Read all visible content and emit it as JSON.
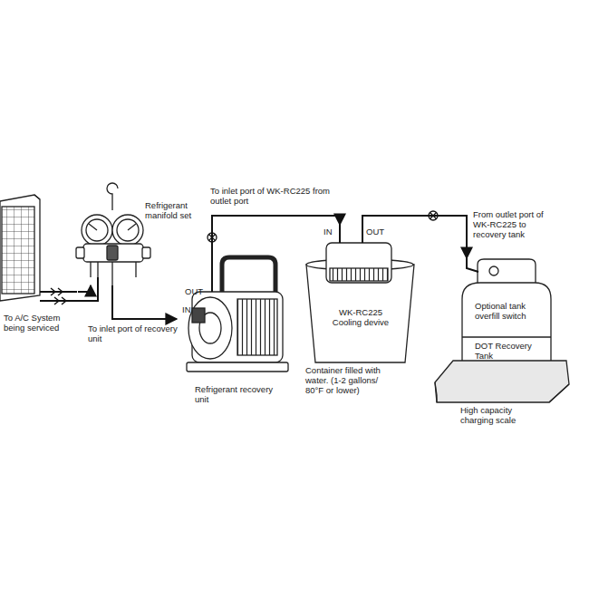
{
  "diagram": {
    "nodes": [
      {
        "text": [
          "To A/C System being serviced"
        ]
      },
      {
        "text": [
          "Refrigerant manifold set"
        ]
      },
      {
        "text": [
          "OUT",
          "IN",
          "Refrigerant recovery unit"
        ]
      },
      {
        "text": [
          "IN",
          "OUT",
          "WK-RC225 Cooling devive"
        ]
      },
      {
        "text": [
          "Optional tank overfill switch",
          "DOT Recovery Tank"
        ]
      },
      {
        "text": [
          "High capacity charging scale"
        ]
      }
    ],
    "edges": [
      {
        "from": 0,
        "to": 1,
        "arrow": "to"
      },
      {
        "from": 1,
        "to": 2,
        "label": "To inlet port of recovery unit",
        "arrow": "to"
      },
      {
        "from": 2,
        "to": 3,
        "label": "To inlet port of WK-RC225 from outlet port",
        "arrow": "to"
      },
      {
        "from": 3,
        "to": 4,
        "label": "From outlet port of WK-RC225 to recovery tank",
        "arrow": "to"
      }
    ],
    "labels": [
      "Container filled with water. (1-2 gallons/ 80°F or lower)"
    ]
  }
}
